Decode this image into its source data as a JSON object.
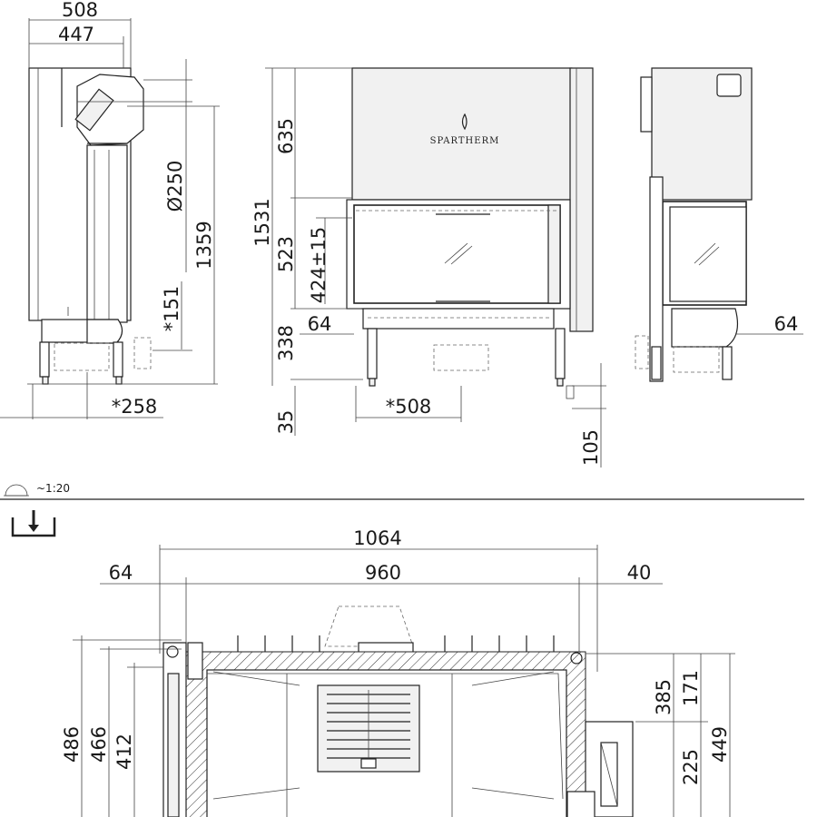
{
  "brand": "SPARTHERM",
  "scale_label": "~1:20",
  "side_view_left": {
    "dim_top_outer": "508",
    "dim_top_inner": "447",
    "dim_flue_diameter": "Ø250",
    "dim_height_flue": "1359",
    "dim_air_inlet": "*151",
    "dim_bottom": "*258"
  },
  "front_view": {
    "dim_total_height": "1531",
    "dim_hood": "635",
    "dim_door": "523",
    "dim_glass": "424±15",
    "dim_base": "338",
    "dim_foot": "35",
    "dim_offset": "64",
    "dim_bottom_width": "*508",
    "dim_adjust": "105"
  },
  "side_view_right": {
    "dim_offset": "64"
  },
  "plan_view": {
    "dim_total_width": "1064",
    "dim_inner_width": "960",
    "dim_left": "64",
    "dim_right": "40",
    "dim_depth_total": "486",
    "dim_depth_2": "466",
    "dim_depth_3": "412",
    "dim_right_385": "385",
    "dim_right_171": "171",
    "dim_right_225": "225",
    "dim_right_449": "449"
  }
}
